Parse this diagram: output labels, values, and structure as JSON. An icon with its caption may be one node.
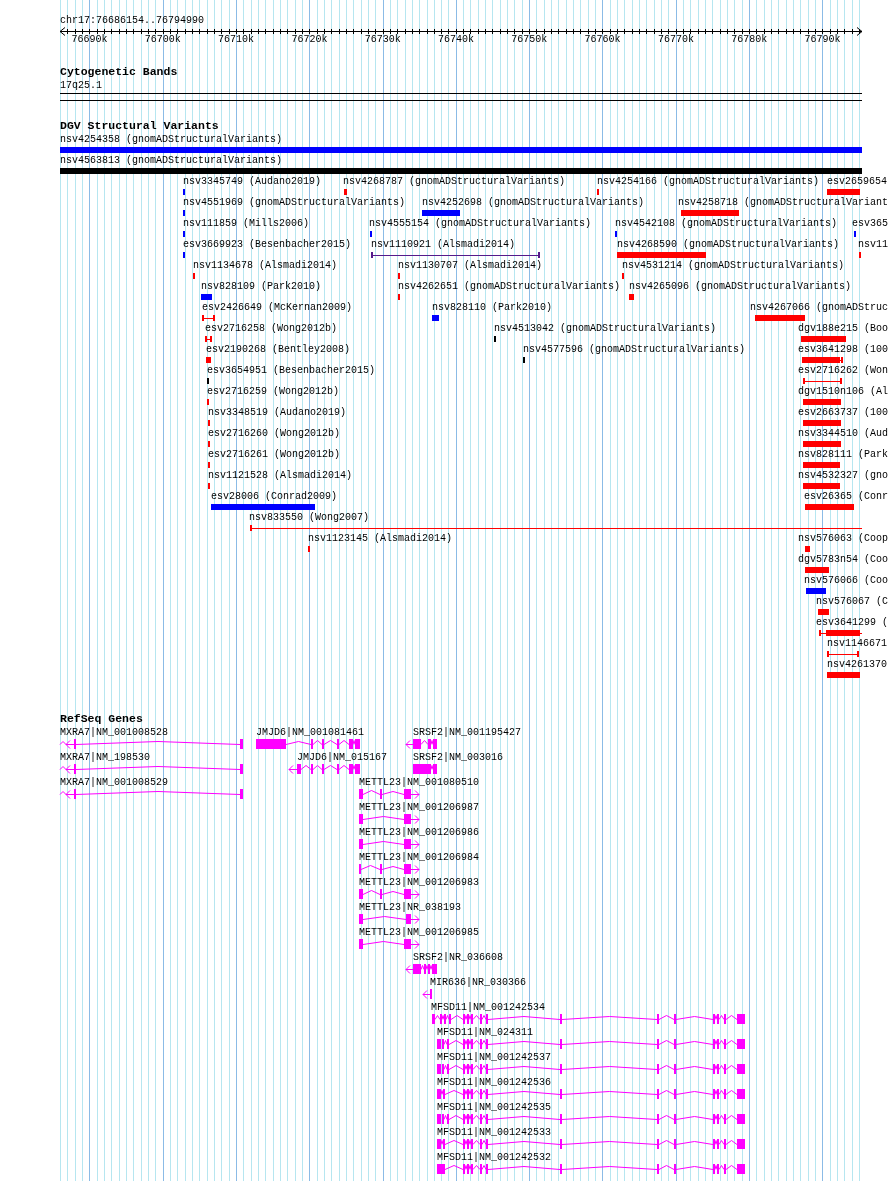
{
  "diagram": {
    "labels": [
      "chr17:76686154..76794990",
      "76690k",
      "76700k",
      "76710k",
      "76720k",
      "76730k",
      "76740k",
      "76750k",
      "76760k",
      "76770k",
      "76780k",
      "76790k",
      "Cytogenetic Bands",
      "17q25.1",
      "DGV Structural Variants",
      "nsv4254358 (gnomADStructuralVariants)",
      "nsv4563813 (gnomADStructuralVariants)",
      "nsv3345749 (Audano2019)",
      "nsv4268787 (gnomADStructuralVariants)",
      "nsv4254166 (gnomADStructuralVariants)",
      "esv2659654",
      "nsv4551969 (gnomADStructuralVariants)",
      "nsv4252698 (gnomADStructuralVariants)",
      "nsv4258718 (gnomADStructuralVariant",
      "nsv111859 (Mills2006)",
      "nsv4555154 (gnomADStructuralVariants)",
      "nsv4542108 (gnomADStructuralVariants)",
      "esv365",
      "esv3669923 (Besenbacher2015)",
      "nsv1110921 (Alsmadi2014)",
      "nsv4268590 (gnomADStructuralVariants)",
      "nsv11",
      "nsv1134678 (Alsmadi2014)",
      "nsv1130707 (Alsmadi2014)",
      "nsv4531214 (gnomADStructuralVariants)",
      "nsv828109 (Park2010)",
      "nsv4262651 (gnomADStructuralVariants)",
      "nsv4265096 (gnomADStructuralVariants)",
      "esv2426649 (McKernan2009)",
      "nsv828110 (Park2010)",
      "nsv4267066 (gnomADStruc",
      "esv2716258 (Wong2012b)",
      "nsv4513042 (gnomADStructuralVariants)",
      "dgv188e215 (Boo",
      "esv2190268 (Bentley2008)",
      "nsv4577596 (gnomADStructuralVariants)",
      "esv3641298 (100",
      "esv3654951 (Besenbacher2015)",
      "esv2716262 (Won",
      "esv2716259 (Wong2012b)",
      "dgv1510n106 (Al",
      "nsv3348519 (Audano2019)",
      "esv2663737 (100",
      "esv2716260 (Wong2012b)",
      "nsv3344510 (Aud",
      "esv2716261 (Wong2012b)",
      "nsv828111 (Park",
      "nsv1121528 (Alsmadi2014)",
      "nsv4532327 (gno",
      "esv28006 (Conrad2009)",
      "esv26365 (Conr",
      "nsv833550 (Wong2007)",
      "nsv1123145 (Alsmadi2014)",
      "nsv576063 (Coop",
      "dgv5783n54 (Coo",
      "nsv576066 (Coo",
      "nsv576067 (C",
      "esv3641299 (",
      "nsv1146671",
      "nsv4261370",
      "RefSeq Genes",
      "MXRA7|NM_001008528",
      "JMJD6|NM_001081461",
      "SRSF2|NM_001195427",
      "MXRA7|NM_198530",
      "JMJD6|NM_015167",
      "SRSF2|NM_003016",
      "MXRA7|NM_001008529",
      "METTL23|NM_001080510",
      "METTL23|NM_001206987",
      "METTL23|NM_001206986",
      "METTL23|NM_001206984",
      "METTL23|NM_001206983",
      "METTL23|NR_038193",
      "METTL23|NM_001206985",
      "SRSF2|NR_036608",
      "MIR636|NR_030366",
      "MFSD11|NM_001242534",
      "MFSD11|NM_024311",
      "MFSD11|NM_001242537",
      "MFSD11|NM_001242536",
      "MFSD11|NM_001242535",
      "MFSD11|NM_001242533",
      "MFSD11|NM_001242532"
    ]
  }
}
